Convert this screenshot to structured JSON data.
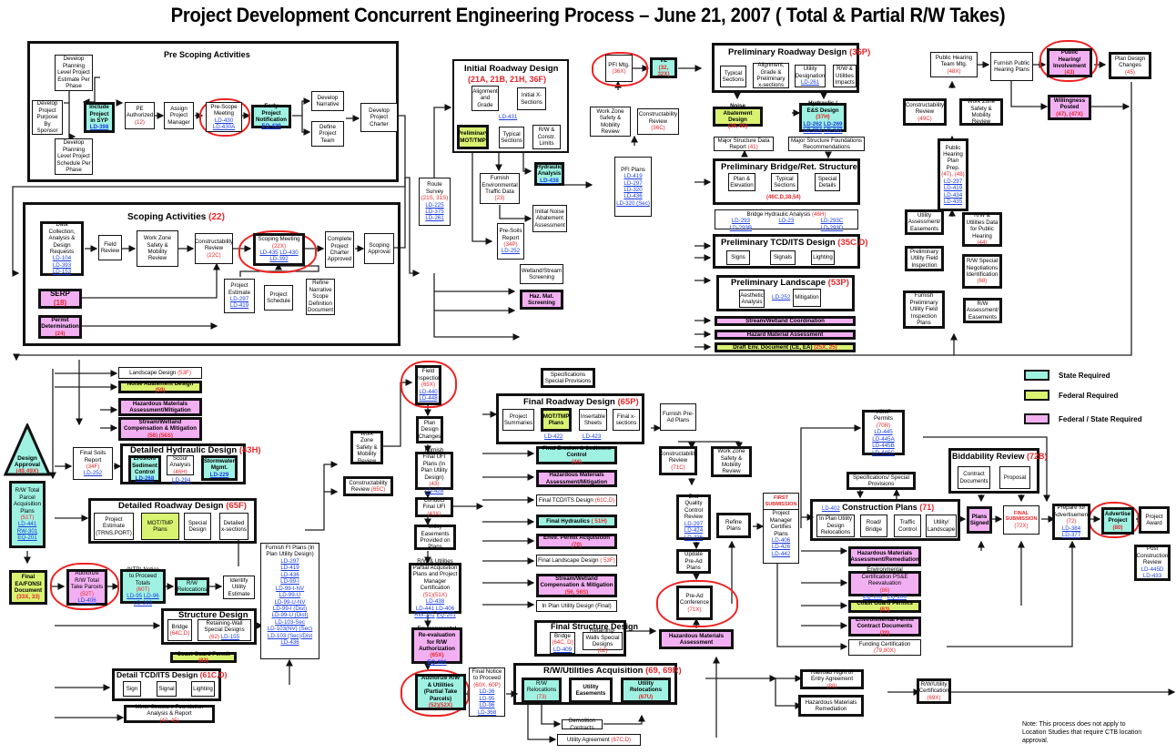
{
  "title": "Project Development Concurrent Engineering Process – June 21, 2007 ( Total & Partial R/W Takes)",
  "groups": {
    "prescoping": "Pre Scoping Activities",
    "scoping": "Scoping Activities",
    "scoping_code": "(22)",
    "initial_roadway": "Initial Roadway Design",
    "initial_roadway_code": "(21A, 21B, 21H, 36F)",
    "prelim_roadway": "Preliminary Roadway Design",
    "prelim_roadway_code": "(36P)",
    "prelim_bridge": "Preliminary Bridge/Ret. Structure",
    "prelim_bridge_code": "(46C,D,38,54)",
    "prelim_tcd": "Preliminary TCD/ITS Design",
    "prelim_tcd_code": "(35C,D)",
    "prelim_landscape": "Preliminary Landscape",
    "prelim_landscape_code": "(53P)",
    "detailed_hydraulic": "Detailed Hydraulic Design",
    "detailed_hydraulic_code": "(43H)",
    "detailed_roadway": "Detailed Roadway Design",
    "detailed_roadway_code": "(65F)",
    "structure_design": "Structure Design",
    "detail_tcd": "Detail TCD/ITS Design",
    "detail_tcd_code": "(61C,D)",
    "final_roadway": "Final Roadway Design",
    "final_roadway_code": "(65P)",
    "final_structure": "Final Structure Design",
    "rw_utilities": "R/W/Utilities Acquisition",
    "rw_utilities_code": "(69, 69R)",
    "construction_plans": "Construction Plans",
    "construction_plans_code": "(71)",
    "construction_plans_link": "LD-402",
    "biddability": "Biddability Review",
    "biddability_code": "(72B)"
  },
  "nodes": {
    "dev_purpose": "Develop Project Purpose By Sponsor",
    "dev_estimate": "Develop Planning Level Project Estimate Per Phase",
    "dev_schedule": "Develop Planning Level Project Schedule Per Phase",
    "include_syp": "Include Project in SYP",
    "include_syp_link": "LD-398",
    "pe_auth": "PE Authorized",
    "pe_auth_code": "(12)",
    "assign_pm": "Assign Project Manager",
    "prescope_mtg": "Pre-Scope Meeting",
    "prescope_links": [
      "LD-430",
      "LD-430A"
    ],
    "early_notif": "Early Project Notification",
    "early_notif_link": "EQ-429",
    "dev_narrative": "Develop Narrative",
    "define_team": "Define Project Team",
    "dev_charter": "Develop Project Charter",
    "data_collection": "Data Collection, Analysis & Design Requests",
    "data_collection_links": [
      "LD-104",
      "LD-393",
      "LD-153"
    ],
    "field_review": "Field Review",
    "wz_safety": "Work Zone Safety & Mobility Review",
    "constructability": "Constructability Review",
    "constructability_code": "(22C)",
    "scoping_mtg": "Scoping Meeting",
    "scoping_mtg_code": "(22X)",
    "scoping_mtg_links": [
      "LD-435",
      "LD-430",
      "LD-392"
    ],
    "complete_charter": "Complete Project Charter Approved",
    "scoping_approval": "Scoping Approval",
    "serp": "SERP",
    "serp_code": "(18)",
    "permit_det": "Permit Determination",
    "permit_det_code": "(24)",
    "project_estimate": "Project Estimate",
    "project_estimate_links": [
      "LD-297",
      "LD-419"
    ],
    "project_schedule": "Project Schedule",
    "refine_narrative": "Refine Narrative Scope Definition Document",
    "route_survey": "Route Survey",
    "route_survey_code": "(21S, 31S)",
    "route_survey_links": [
      "LD-225",
      "LD-375",
      "LD-261"
    ],
    "alignment_grade": "Alignment and Grade",
    "initial_xsections": "Initial X-Sections",
    "ird_link": "LD-431",
    "prelim_mot": "Preliminary MOT/TMP",
    "typical_sections": "Typical Sections",
    "rw_constr_limits": "R/W & Constr. Limits",
    "hydraulic_analysis": "Hydraulic Analysis",
    "hydraulic_analysis_link": "LD-438",
    "furnish_env_traffic": "Furnish Environmental Traffic Data",
    "furnish_env_traffic_code": "(23)",
    "initial_noise": "Initial Noise Abatement Assessment",
    "pre_soils": "Pre-Soils Report",
    "pre_soils_code": "(34P)",
    "pre_soils_link": "LD-252",
    "wetland_screening": "Wetland/Stream Screening",
    "haz_screening": "Haz. Mat. Screening",
    "pfi_mtg": "PFI Mtg.",
    "pfi_mtg_code": "(36X)",
    "ve": "VE",
    "ve_code": "(32, 32X)",
    "pfi_wz": "Work Zone Safety & Mobility Review",
    "pfi_constructability": "Constructability Review",
    "pfi_constructability_code": "(36C)",
    "pfi_plans": "PFI Plans",
    "pfi_plans_links": [
      "LD-419",
      "LD-297",
      "LD-320",
      "LD-436",
      "LD-320 (Sec)"
    ],
    "prd_typical": "Typical Sections",
    "prd_alignment": "Alignment, Grade & Preliminary x-sections",
    "prd_utility": "Utility Designation",
    "prd_utility_link": "LD-261",
    "prd_rw": "R/W & Utilities Impacts",
    "noise_design": "Noise Abatement Design",
    "noise_design_code": "(39, 55)",
    "hydraulic_es": "Hydraulic / E&S Design",
    "hydraulic_es_code": "(37H)",
    "hydraulic_es_links": [
      "LD-262",
      "LD-269",
      "LD-304",
      "LD-347"
    ],
    "major_struct_data": "Major Structure Data Report",
    "major_struct_data_code": "(41)",
    "major_struct_found": "Major Structure Foundations Recommendations",
    "plan_elevation": "Plan & Elevation",
    "pb_typical": "Typical Sections",
    "special_details": "Special Details",
    "bridge_hydraulic": "Bridge Hydraulic Analysis",
    "bridge_hydraulic_code": "(46H)",
    "bridge_hydraulic_links": [
      "LD-293",
      "LD-293B",
      "LD-23",
      "LD-293C",
      "LD-293D"
    ],
    "signs": "Signs",
    "signals": "Signals",
    "lighting": "Lighting",
    "aesthetic": "Aesthetic Analysis",
    "landscape_link": "LD-252",
    "mitigation": "Mitigation",
    "stream_coord": "Stream/Wetland Coordination",
    "hazard_assess": "Hazard Material Assessment",
    "draft_env": "Draft Env. Document (CE, EA)",
    "draft_env_code": "(25X, 25)",
    "ph_team_mtg": "Public Hearing Team Mtg.",
    "ph_team_mtg_code": "(48X)",
    "furnish_ph_plans": "Furnish Public Hearing Plans",
    "ph_involvement": "Public Hearing/ Involvement",
    "ph_involvement_code": "(43)",
    "plan_design_changes": "Plan Design Changes",
    "plan_design_changes_code": "(45)",
    "willingness": "Willingness Posted",
    "willingness_code": "(47), (47X)",
    "ph_constructability": "Constructability Review",
    "ph_constructability_code": "(49C)",
    "ph_wz": "Work Zone Safety & Mobility Review",
    "ph_plan_prep": "Public Hearing Plan Prep.",
    "ph_plan_prep_code": "(47), (48)",
    "ph_plan_prep_links": [
      "LD-297",
      "LD-419",
      "LD-434",
      "LD-435"
    ],
    "utility_assess": "Utility Assessment/ Easements",
    "rw_util_data": "R/W & Utilities Data for Public Hearing",
    "rw_util_data_code": "(44)",
    "prelim_ufi": "Preliminary Utility Field Inspection",
    "rw_special": "R/W Special Negotiations Identification",
    "rw_special_code": "(68)",
    "furnish_prelim_ufi": "Furnish Preliminary Utility Field Inspection Plans",
    "rw_assess": "R/W Assessment/ Easements",
    "landscape_design": "Landscape Design",
    "landscape_design_code": "(53F)",
    "noise_abatement_design": "Noise Abatement Design",
    "noise_abatement_design_code": "(59)",
    "haz_mat_assess_mit": "Hazardous Materials Assessment/Mitigation",
    "stream_comp": "Stream/Wetland Compensation & Mitigation",
    "stream_comp_code": "(56) (56S)",
    "design_approval": "Design Approval",
    "design_approval_code": "(49,49X)",
    "final_soils": "Final Soils Report",
    "final_soils_code": "(34F)",
    "final_soils_link": "LD-252",
    "erosion": "Erosion/ Sediment Control",
    "erosion_link": "LD-268",
    "scour": "Scour Analysis",
    "scour_code": "(46H)",
    "scour_link": "LD-294",
    "stormwater": "Stormwater Mgmt.",
    "stormwater_link": "LD-229",
    "rw_total_parcel": "R/W Total Parcel Acquisition Plans",
    "rw_total_parcel_code": "(51T)",
    "rw_total_parcel_links": [
      "LD-441",
      "RW-301",
      "EQ-201"
    ],
    "drd_estimate": "Project Estimate (TRNS.PORT)",
    "drd_mot": "MOT/TMP Plans",
    "drd_special": "Special Design",
    "drd_xsections": "Detailed x-sections",
    "final_ea": "Final EA/FONSI Document",
    "final_ea_code": "(33X, 33)",
    "authorize_total": "Authorize R/W Total Take Parcels",
    "authorize_total_code": "(52T)",
    "authorize_total_link": "LD-406",
    "ntp_totals": "(NTP) Notice to Proceed Totals",
    "ntp_totals_code": "(60T)",
    "ntp_totals_links": [
      "LD-95",
      "LD-96",
      "LD-368"
    ],
    "rw_relocations": "R/W Relocations",
    "identify_utility": "Identify Utility Estimate",
    "sd_bridge": "Bridge",
    "sd_bridge_code": "(64C,D)",
    "sd_retaining": "Retaining-Wall Special Designs",
    "sd_retaining_code": "(62)",
    "sd_retaining_link": "LD-155",
    "coast_guard": "Coast Guard Permit",
    "coast_guard_code": "(83)",
    "tcd_sign": "Sign",
    "tcd_signal": "Signal",
    "tcd_lighting": "Lighting",
    "minor_struct": "Minor Structure Foundation Analysis & Report",
    "minor_struct_code": "(40, 45)",
    "furnish_fi": "Furnish FI Plans (In Plan Utility Design)",
    "furnish_fi_links": [
      "LD-297",
      "LD-419",
      "LD-436",
      "LD-99-I",
      "LD-99-I-NV",
      "LD-99-U",
      "LD-99-U-NV",
      "LD-99-I (Dist)",
      "LD-99-U (Dist)",
      "LD-103-Sec",
      "LD-103(NV) (Sec)",
      "LD-103 (Sec)/Dist",
      "LD-436"
    ],
    "fi_wz": "Work Zone Safety & Mobility Review",
    "fi_constructability": "Constructability Review",
    "fi_constructability_code": "(65C)",
    "field_inspection": "Field Inspection",
    "field_inspection_code": "(65X)",
    "field_inspection_links": [
      "LD-440",
      "LD-448"
    ],
    "plan_design_chg2": "Plan Design Changes",
    "furnish_final_ufi": "Furnish Final UFI Plans (In Plan Utility Design)",
    "furnish_final_ufi_code": "(43)",
    "furnish_final_ufi_link": "LD-428",
    "conduct_final_ufi": "Conduct Final UFI",
    "conduct_final_ufi_code": "(43X)",
    "utility_easements": "Utility Easements Provided on Plans",
    "rw_partial": "R/W & Utilities Partial Acquisition Plans and Project Manager Certification",
    "rw_partial_code": "(51)(51X)",
    "rw_partial_links": [
      "LD-438",
      "LD-441",
      "LD-406",
      "RW-301",
      "EQ-201"
    ],
    "env_reeval": "Environmental Re-evaluation for R/W Authorization",
    "env_reeval_code": "(65X)",
    "env_reeval_link": "EQ-201",
    "authorize_partial": "Authorize R/W & Utilities (Partial Take Parcels)",
    "authorize_partial_code": "(52)(52X)",
    "final_ntp": "Final Notice to Proceed",
    "final_ntp_code": "(60X, 60P)",
    "final_ntp_links": [
      "LD-36",
      "LD-95",
      "LD-96",
      "LD-368"
    ],
    "spec_provisions": "Specifications Special Provisions",
    "frd_summaries": "Project Summaries",
    "frd_mot": "MOT/TMP Plans",
    "frd_mot_link": "LD-422",
    "frd_insertable": "Insertable Sheets",
    "frd_insertable_link": "LD-423",
    "frd_xsections": "Final x-sections",
    "final_erosion": "Final Erosion & Sediment Control",
    "final_erosion_code": "(46)",
    "haz_mat_assess_mit2": "Hazardous Materials Assessment/Mitigation",
    "final_tcd": "Final TCD/ITS Design",
    "final_tcd_code": "(61C,D)",
    "final_hydraulics": "Final Hydraulics",
    "final_hydraulics_code": "( 51H)",
    "envir_permit": "Envir. Permit Acquisition",
    "envir_permit_code": "(70)",
    "final_landscape": "Final Landscape Design",
    "final_landscape_code": "( 53F)",
    "stream_comp2": "Stream/Wetland Compensation & Mitigation",
    "stream_comp2_code": "(56, 56S)",
    "in_plan_utility": "In Plan Utility Design (Final)",
    "fsd_bridge": "Bridge",
    "fsd_bridge_code": "(64C, D)",
    "fsd_bridge_link": "LD-409",
    "fsd_retaining": "Retaining-Walls Special Designs",
    "fsd_retaining_code": "(62)",
    "rwu_relocations": "R/W Relocations",
    "rwu_relocations_code": "(73)",
    "utility_easements2": "Utility Easements",
    "utility_relocations": "Utility Relocations",
    "utility_relocations_code": "(67U)",
    "demolition": "Demolition Contracts",
    "utility_agreement": "Utility Agreement",
    "utility_agreement_code": "(67C,D)",
    "furnish_pread": "Furnish Pre-Ad Plans",
    "pa_constructability": "Constructability Review",
    "pa_constructability_code": "(71C)",
    "pa_wz": "Work Zone Safety & Mobility Review",
    "end_qc": "End Quality Control Review",
    "end_qc_links": [
      "LD-297",
      "LD-424",
      "LD-436"
    ],
    "refine_plans": "Refine Plans",
    "update_pread": "Update Pre-Ad Plans",
    "pread_conf": "Pre-Ad Conference",
    "pread_conf_code": "(71X)",
    "haz_mat_assess": "Hazardous Materials Assessment",
    "first_submission": "First Submission",
    "pm_certifies": "Project Manager Certifies Plans",
    "pm_certifies_links": [
      "LD-406",
      "LD-426",
      "LD-442"
    ],
    "vsmp": "VSMP Permits",
    "vsmp_code": "(70R)",
    "vsmp_links": [
      "LD-445",
      "LD-445A",
      "LD-445B",
      "LD-445C"
    ],
    "spec_provisions2": "Specifications/ Special Provisions",
    "cp_utility": "In Plan Utility Design Relocations",
    "cp_road": "Road/ Bridge",
    "cp_traffic": "Traffic Control",
    "cp_landscape": "Utility/ Landscape",
    "contract_docs": "Contract Documents",
    "proposal": "Proposal",
    "plans_signed": "Plans Signed",
    "final_submission": "Final Submission",
    "final_submission_code": "(72X)",
    "haz_mat_remed": "Hazardous Materials Assessment/Remediation",
    "env_cert": "Environmental Certification PS&E Reevaluation",
    "env_cert_code": "(86)",
    "env_cert_links": [
      "EQ-103",
      "EQ-200"
    ],
    "coast_guard_permits": "Coast Guard Permits",
    "coast_guard_permits_code": "(83)",
    "env_permit_contract": "Environmental Permit Contract Documents",
    "env_permit_contract_code": "(70)",
    "funding_cert": "Funding Certification",
    "funding_cert_code": "(79,80X)",
    "railroad": "Railroad Right of Entry Agreement",
    "railroad_code": "(88)",
    "haz_remediation": "Hazardous Materials Remediation",
    "rw_utility_cert": "R/W/Utility Certification",
    "rw_utility_cert_code": "(69X)",
    "prepare_ad": "Prepare for Advertisement",
    "prepare_ad_code": "(72)",
    "prepare_ad_links": [
      "LD-384",
      "LD-377"
    ],
    "advertise": "Advertise Project",
    "advertise_code": "(80)",
    "project_award": "Project Award",
    "post_construction": "Post Construction Review",
    "post_construction_links": [
      "LD-445D",
      "LD-433"
    ]
  },
  "legend": [
    {
      "label": "State Required",
      "color": "#9ff2e2"
    },
    {
      "label": "Federal Required",
      "color": "#daf272"
    },
    {
      "label": "Federal / State Required",
      "color": "#f2b0f2"
    }
  ],
  "note": "Note: This process does not apply to Location Studies that require CTB location approval.",
  "colors": {
    "state": "#9ff2e2",
    "federal": "#daf272",
    "fed_state": "#f2b0f2",
    "code_red": "#e8262a",
    "link_blue": "#1a3de0",
    "cloud": "#e22222"
  }
}
